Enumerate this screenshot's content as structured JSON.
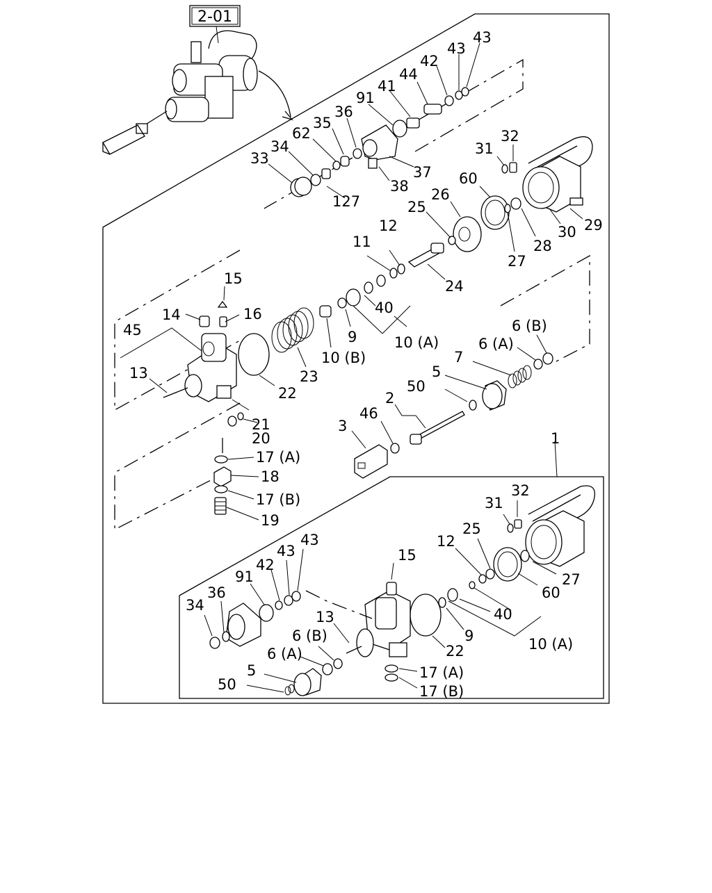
{
  "reference_tag": "2-01",
  "callouts": {
    "c33": "33",
    "c34": "34",
    "c62": "62",
    "c35": "35",
    "c36": "36",
    "c91": "91",
    "c41": "41",
    "c44": "44",
    "c42": "42",
    "c43a": "43",
    "c43b": "43",
    "c37": "37",
    "c38": "38",
    "c127": "127",
    "c31": "31",
    "c32": "32",
    "c30": "30",
    "c29": "29",
    "c28": "28",
    "c27": "27",
    "c60": "60",
    "c26": "26",
    "c25": "25",
    "c24": "24",
    "c12": "12",
    "c11": "11",
    "c15": "15",
    "c14": "14",
    "c16": "16",
    "c45": "45",
    "c13": "13",
    "c22": "22",
    "c23": "23",
    "c10b": "10 (B)",
    "c9": "9",
    "c40": "40",
    "c10a": "10 (A)",
    "c6b": "6 (B)",
    "c6a": "6 (A)",
    "c7": "7",
    "c5": "5",
    "c50": "50",
    "c2": "2",
    "c3": "3",
    "c46": "46",
    "c21": "21",
    "c20": "20",
    "c17a": "17 (A)",
    "c18": "18",
    "c17b": "17 (B)",
    "c19": "19",
    "c1": "1"
  },
  "inset_callouts": {
    "i31": "31",
    "i32": "32",
    "i15": "15",
    "i12": "12",
    "i25": "25",
    "i27": "27",
    "i60": "60",
    "i34": "34",
    "i36": "36",
    "i91": "91",
    "i42": "42",
    "i43a": "43",
    "i43b": "43",
    "i13": "13",
    "i40": "40",
    "i9": "9",
    "i22": "22",
    "i10a": "10 (A)",
    "i6b": "6 (B)",
    "i6a": "6 (A)",
    "i5": "5",
    "i50": "50",
    "i17a": "17 (A)",
    "i17b": "17 (B)"
  }
}
